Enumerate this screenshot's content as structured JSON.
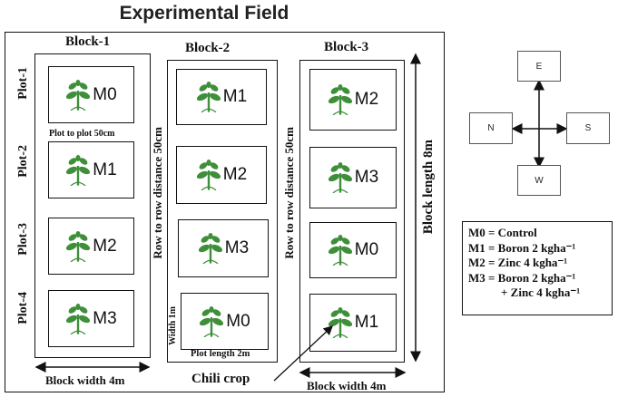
{
  "title": "Experimental Field",
  "blocks": [
    {
      "label": "Block-1",
      "plots": [
        "M0",
        "M1",
        "M2",
        "M3"
      ]
    },
    {
      "label": "Block-2",
      "plots": [
        "M1",
        "M2",
        "M3",
        "M0"
      ]
    },
    {
      "label": "Block-3",
      "plots": [
        "M2",
        "M3",
        "M0",
        "M1"
      ]
    }
  ],
  "plot_labels": [
    "Plot-1",
    "Plot-2",
    "Plot-3",
    "Plot-4"
  ],
  "annotations": {
    "plot_to_plot": "Plot to plot 50cm",
    "row_to_row": "Row to row distance 50cm",
    "width": "Width 1m",
    "plot_length": "Plot length 2m",
    "block_width": "Block width 4m",
    "block_length": "Block length 8m",
    "chili_crop": "Chili crop"
  },
  "compass": {
    "top": "E",
    "left": "N",
    "right": "S",
    "bottom": "W"
  },
  "legend": [
    "M0 = Control",
    "M1 = Boron 2 kgha⁻¹",
    "M2 = Zinc 4 kgha⁻¹",
    "M3 = Boron 2 kgha⁻¹",
    "+ Zinc 4 kgha⁻¹"
  ],
  "colors": {
    "plant": "#3f8f3a",
    "line": "#111111"
  }
}
